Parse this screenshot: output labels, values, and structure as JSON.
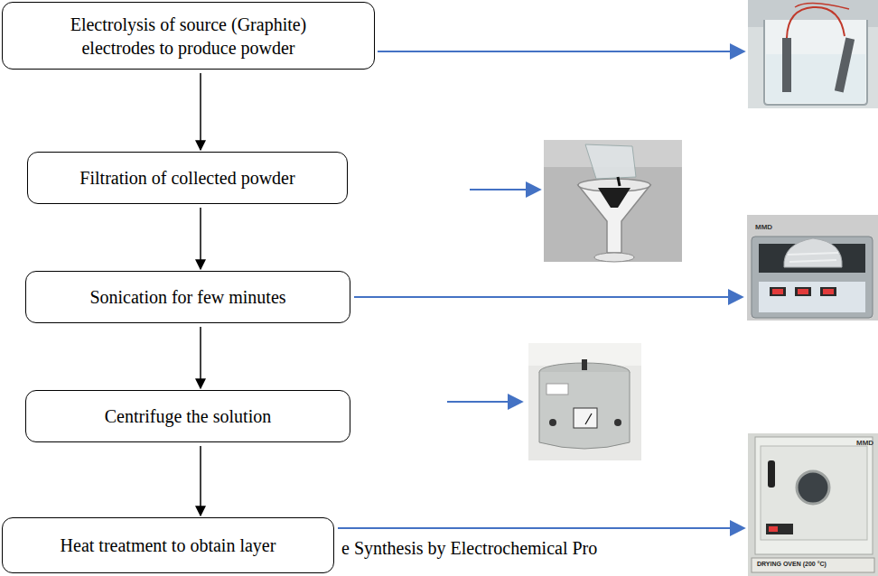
{
  "diagram": {
    "nodes": [
      {
        "text": [
          "Electrolysis of source (Graphite) electrodes to produce powder"
        ]
      },
      {
        "text": [
          "Filtration of collected powder"
        ]
      },
      {
        "text": [
          "Sonication for few minutes"
        ]
      },
      {
        "text": [
          "Centrifuge the solution"
        ]
      },
      {
        "text": [
          "Heat treatment to obtain layer"
        ]
      }
    ],
    "edges": [
      {
        "from": 0,
        "to": 1,
        "arrow": "to"
      },
      {
        "from": 1,
        "to": 2,
        "arrow": "to"
      },
      {
        "from": 2,
        "to": 3,
        "arrow": "to"
      },
      {
        "from": 3,
        "to": 4,
        "arrow": "to"
      }
    ],
    "labels": [
      "e Synthesis by Electrochemical Pro",
      "MMD",
      "MMD",
      "DRYING OVEN (200 °C)"
    ]
  }
}
